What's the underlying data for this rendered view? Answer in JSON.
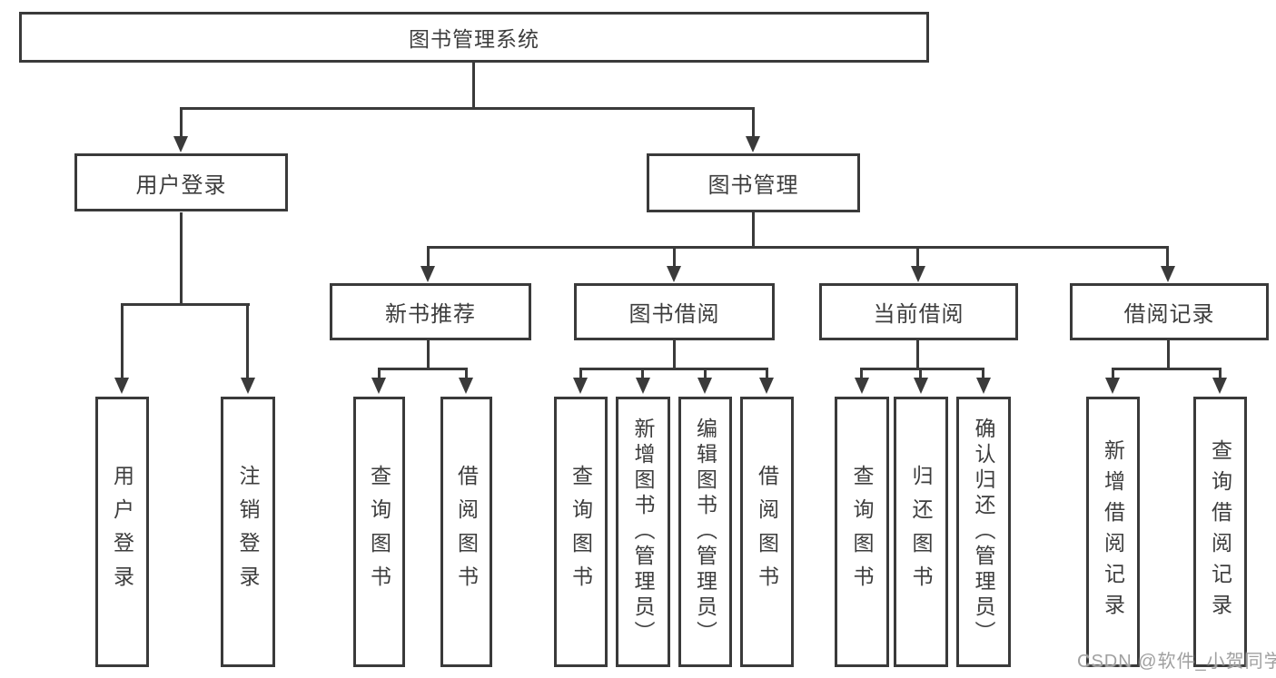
{
  "diagram": {
    "root": {
      "label": "图书管理系统"
    },
    "level2": [
      {
        "label": "用户登录"
      },
      {
        "label": "图书管理"
      }
    ],
    "level3": [
      {
        "label": "新书推荐"
      },
      {
        "label": "图书借阅"
      },
      {
        "label": "当前借阅"
      },
      {
        "label": "借阅记录"
      }
    ],
    "leaves": {
      "user_login": [
        "用户登录",
        "注销登录"
      ],
      "new_books": [
        "查询图书",
        "借阅图书"
      ],
      "book_borrowing": [
        "查询图书",
        "新增图书（管理员）",
        "编辑图书（管理员）",
        "借阅图书"
      ],
      "current_borrowing": [
        "查询图书",
        "归还图书",
        "确认归还（管理员）"
      ],
      "borrowing_records": [
        "新增借阅记录",
        "查询借阅记录"
      ]
    }
  },
  "watermark": {
    "text": "CSDN @软件_小贺同学"
  },
  "colors": {
    "line": "#3a3a3a",
    "text": "#3d3d3d",
    "watermark": "#a0a0a0",
    "background": "#ffffff"
  }
}
